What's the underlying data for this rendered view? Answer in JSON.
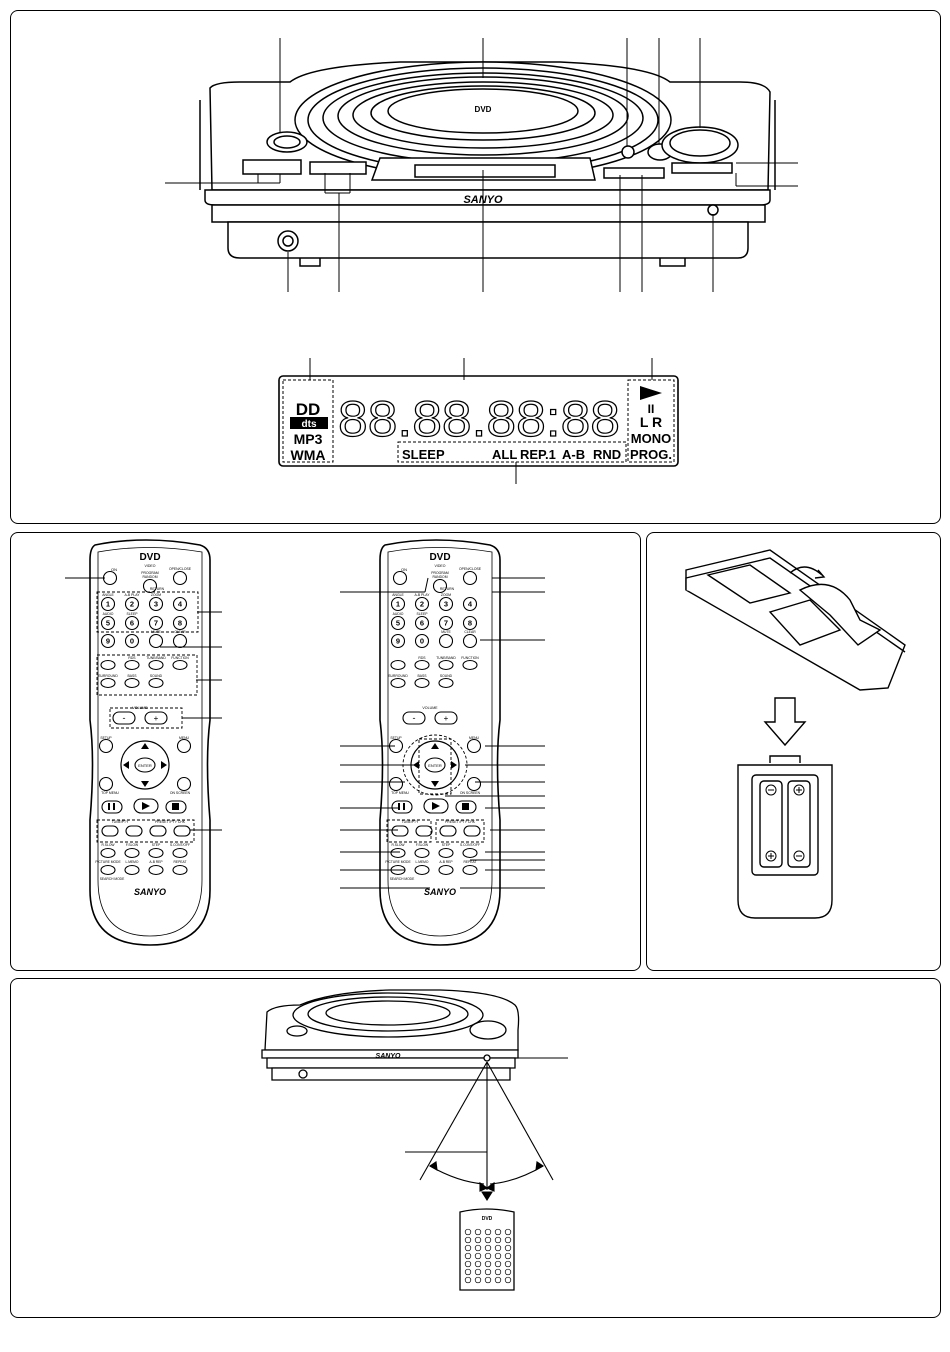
{
  "brand": "SANYO",
  "device": {
    "dvd_logo": "DVD",
    "dvd_sub": "VIDEO"
  },
  "display": {
    "segments": "88.88.88:88",
    "logo_dolby": "DD",
    "logo_dts": "dts",
    "mp3": "MP3",
    "wma": "WMA",
    "sleep": "SLEEP",
    "all": "ALL",
    "rep1": "REP.1",
    "ab": "A-B",
    "rnd": "RND",
    "pause": "II",
    "lr": "L R",
    "mono": "MONO",
    "prog": "PROG."
  },
  "remote": {
    "on": "ON",
    "program": "PROGRAM",
    "random": "RANDOM",
    "open_close": "OPEN/CLOSE",
    "angle": "ANGLE",
    "abplay": "A-B PLAY",
    "zoom": "ZOOM",
    "return": "RETURN",
    "audio": "AUDIO",
    "sleep": "SLEEP",
    "mute": "MUTE",
    "clear": "CLEAR",
    "rds": "RDS",
    "tune_band": "TUNE/BAND",
    "function": "FUNCTION",
    "surround": "SURROUND",
    "bass": "BASS",
    "sound": "SOUND",
    "volume": "VOLUME",
    "setup": "SETUP",
    "menu": "MENU",
    "enter": "ENTER",
    "top_menu": "TOP MENU",
    "on_screen": "ON SCREEN",
    "tune_label": "TUNE/PTY",
    "preset_label": "PRESET /PTY CHK",
    "f_slow": "F.SLOW",
    "r_slow": "R.SLOW",
    "step": "STEP",
    "s_cont_off": "S.CONT/OFF",
    "picture_mode": "PICTURE MODE",
    "l_memo": "L.MEMO",
    "ab_rep": "A-B REP",
    "repeat": "REPEAT",
    "search_mode": "SEARCH MODE",
    "digits": [
      "1",
      "2",
      "3",
      "4",
      "5",
      "6",
      "7",
      "8",
      "9",
      "0"
    ],
    "minus": "-",
    "plus": "+"
  }
}
